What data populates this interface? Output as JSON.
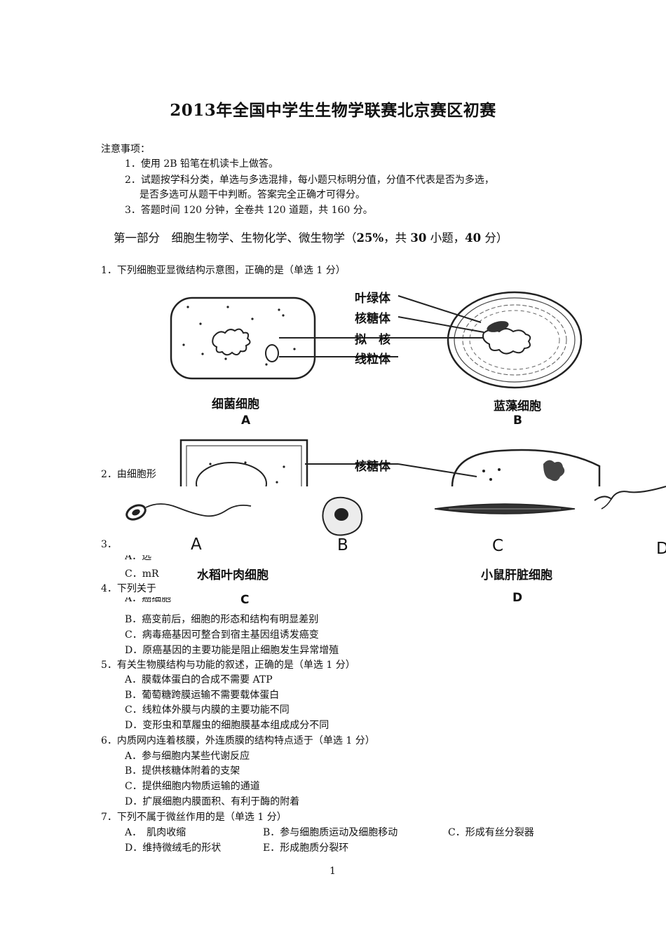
{
  "title": "2013年全国中学生生物学联赛北京赛区初赛",
  "notes": {
    "heading": "注意事项：",
    "items": [
      "1．使用 2B 铅笔在机读卡上做答。",
      "2．试题按学科分类，单选与多选混排，每小题只标明分值，分值不代表是否为多选，",
      "是否多选可从题干中判断。答案完全正确才可得分。",
      "3．答题时间 120 分钟，全卷共 120 道题，共 160 分。"
    ]
  },
  "section": {
    "prefix": "第一部分　细胞生物学、生物化学、微生物学（",
    "pct": "25%",
    "mid1": "，共 ",
    "count": "30",
    "mid2": " 小题，",
    "score": "40",
    "suffix": " 分）"
  },
  "figure1": {
    "labels": [
      "叶绿体",
      "核糖体",
      "拟　核",
      "线粒体",
      "核糖体"
    ],
    "captions": [
      "细菌细胞",
      "A",
      "蓝藻细胞",
      "B",
      "水稻叶肉细胞",
      "C",
      "小鼠肝脏细胞",
      "D"
    ]
  },
  "figure2": {
    "labels": [
      "A",
      "B",
      "C",
      "D"
    ]
  },
  "q1": "1．下列细胞亚显微结构示意图，正确的是（单选 1 分）",
  "q2_partial": "2．由细胞形",
  "q3_partial": "3．",
  "q3_optA_partial": "A．选",
  "q3_optC_partial": "C．mR",
  "q4_partial": "4．下列关于",
  "q4_optA_partial": "A．癌细胞",
  "q4_options": [
    "B．癌变前后，细胞的形态和结构有明显差别",
    "C．病毒癌基因可整合到宿主基因组诱发癌变",
    "D．原癌基因的主要功能是阻止细胞发生异常增殖"
  ],
  "q5": "5．有关生物膜结构与功能的叙述，正确的是（单选 1 分）",
  "q5_options": [
    "A．膜载体蛋白的合成不需要 ATP",
    "B．葡萄糖跨膜运输不需要载体蛋白",
    "C．线粒体外膜与内膜的主要功能不同",
    "D．变形虫和草履虫的细胞膜基本组成成分不同"
  ],
  "q6": "6．内质网内连着核膜，外连质膜的结构特点适于（单选 1 分）",
  "q6_options": [
    "A．参与细胞内某些代谢反应",
    "B．提供核糖体附着的支架",
    "C．提供细胞内物质运输的通道",
    "D．扩展细胞内膜面积、有利于酶的附着"
  ],
  "q7": "7．下列不属于微丝作用的是（单选 1 分）",
  "q7_options": [
    "A．　肌肉收缩",
    "B．参与细胞质运动及细胞移动",
    "C．形成有丝分裂器",
    "D．维持微绒毛的形状",
    "E．形成胞质分裂环"
  ],
  "page_number": "1"
}
